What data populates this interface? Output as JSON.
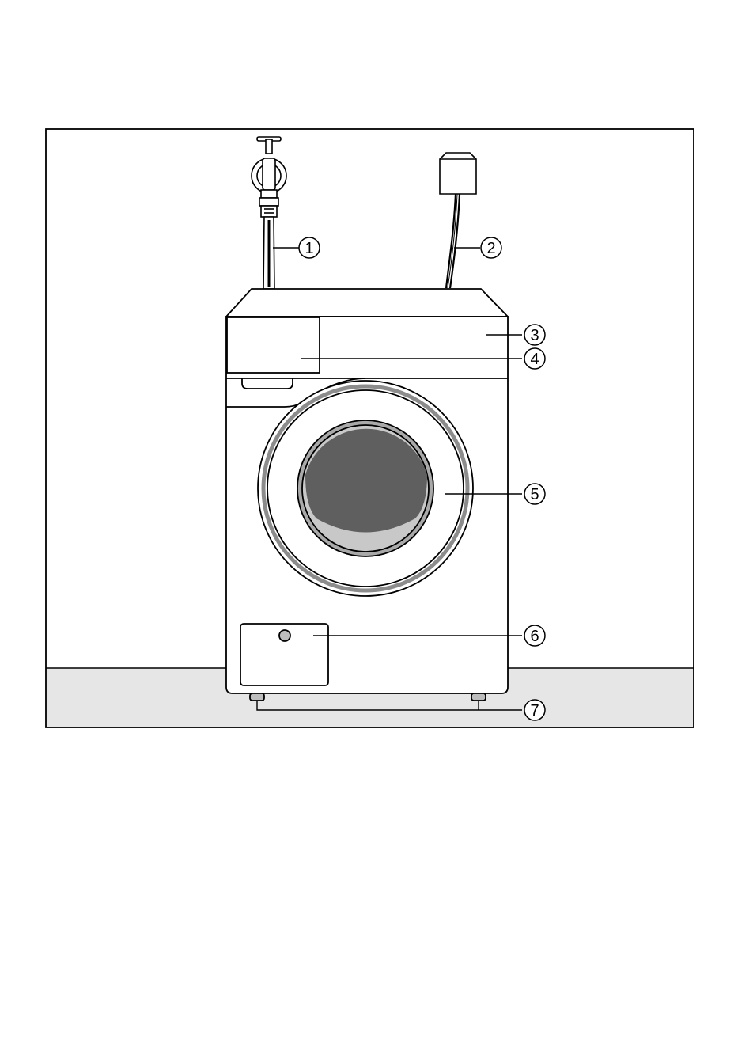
{
  "colors": {
    "line": "#000000",
    "floor": "#e6e6e6",
    "glass_dark": "#5f5f5f",
    "glass_ring": "#a9a9a9",
    "seal_grey": "#8c8c8c",
    "background": "#ffffff"
  },
  "callouts": [
    {
      "number": "1",
      "part": "water-inlet-hose"
    },
    {
      "number": "2",
      "part": "power-cord"
    },
    {
      "number": "3",
      "part": "top-panel"
    },
    {
      "number": "4",
      "part": "detergent-drawer"
    },
    {
      "number": "5",
      "part": "door"
    },
    {
      "number": "6",
      "part": "drain-filter-access-panel"
    },
    {
      "number": "7",
      "part": "adjustable-feet"
    }
  ],
  "icons": [
    "water-tap-icon",
    "wall-socket-icon",
    "washing-machine-icon"
  ]
}
